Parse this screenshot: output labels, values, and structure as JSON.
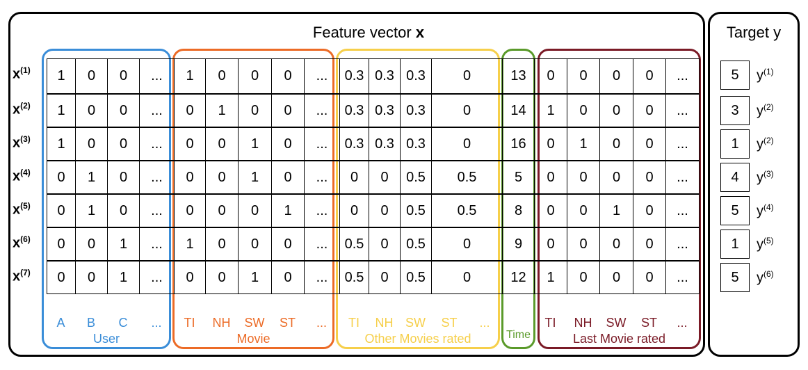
{
  "feature_panel": {
    "title": "Feature vector",
    "title_bold": "x"
  },
  "target_panel": {
    "title": "Target y"
  },
  "rows": [
    {
      "label": "x",
      "sup": "(1)",
      "values": [
        "1",
        "0",
        "0",
        "...",
        "1",
        "0",
        "0",
        "0",
        "...",
        "0.3",
        "0.3",
        "0.3",
        "0",
        "",
        "13",
        "0",
        "0",
        "0",
        "0",
        "..."
      ],
      "target": "5",
      "y_sup": "(1)"
    },
    {
      "label": "x",
      "sup": "(2)",
      "values": [
        "1",
        "0",
        "0",
        "...",
        "0",
        "1",
        "0",
        "0",
        "...",
        "0.3",
        "0.3",
        "0.3",
        "0",
        "",
        "14",
        "1",
        "0",
        "0",
        "0",
        "..."
      ],
      "target": "3",
      "y_sup": "(2)"
    },
    {
      "label": "x",
      "sup": "(3)",
      "values": [
        "1",
        "0",
        "0",
        "...",
        "0",
        "0",
        "1",
        "0",
        "...",
        "0.3",
        "0.3",
        "0.3",
        "0",
        "",
        "16",
        "0",
        "1",
        "0",
        "0",
        "..."
      ],
      "target": "1",
      "y_sup": "(2)"
    },
    {
      "label": "x",
      "sup": "(4)",
      "values": [
        "0",
        "1",
        "0",
        "...",
        "0",
        "0",
        "1",
        "0",
        "...",
        "0",
        "0",
        "0.5",
        "0.5",
        "",
        "5",
        "0",
        "0",
        "0",
        "0",
        "..."
      ],
      "target": "4",
      "y_sup": "(3)"
    },
    {
      "label": "x",
      "sup": "(5)",
      "values": [
        "0",
        "1",
        "0",
        "...",
        "0",
        "0",
        "0",
        "1",
        "...",
        "0",
        "0",
        "0.5",
        "0.5",
        "",
        "8",
        "0",
        "0",
        "1",
        "0",
        "..."
      ],
      "target": "5",
      "y_sup": "(4)"
    },
    {
      "label": "x",
      "sup": "(6)",
      "values": [
        "0",
        "0",
        "1",
        "...",
        "1",
        "0",
        "0",
        "0",
        "...",
        "0.5",
        "0",
        "0.5",
        "0",
        "",
        "9",
        "0",
        "0",
        "0",
        "0",
        "..."
      ],
      "target": "1",
      "y_sup": "(5)"
    },
    {
      "label": "x",
      "sup": "(7)",
      "values": [
        "0",
        "0",
        "1",
        "...",
        "0",
        "0",
        "1",
        "0",
        "...",
        "0.5",
        "0",
        "0.5",
        "0",
        "",
        "12",
        "1",
        "0",
        "0",
        "0",
        "..."
      ],
      "target": "5",
      "y_sup": "(6)"
    }
  ],
  "groups": [
    {
      "name": "User",
      "color": "#3a8dd8",
      "col_labels": [
        "A",
        "B",
        "C",
        "..."
      ]
    },
    {
      "name": "Movie",
      "color": "#ec6b26",
      "col_labels": [
        "TI",
        "NH",
        "SW",
        "ST",
        "..."
      ]
    },
    {
      "name": "Other Movies rated",
      "color": "#f6cf4a",
      "col_labels": [
        "TI",
        "NH",
        "SW",
        "ST",
        "..."
      ]
    },
    {
      "name": "Time",
      "color": "#5a9a2a",
      "col_labels": []
    },
    {
      "name": "Last Movie rated",
      "color": "#7a1a26",
      "col_labels": [
        "TI",
        "NH",
        "SW",
        "ST",
        "..."
      ]
    }
  ],
  "y_symbol": "y"
}
